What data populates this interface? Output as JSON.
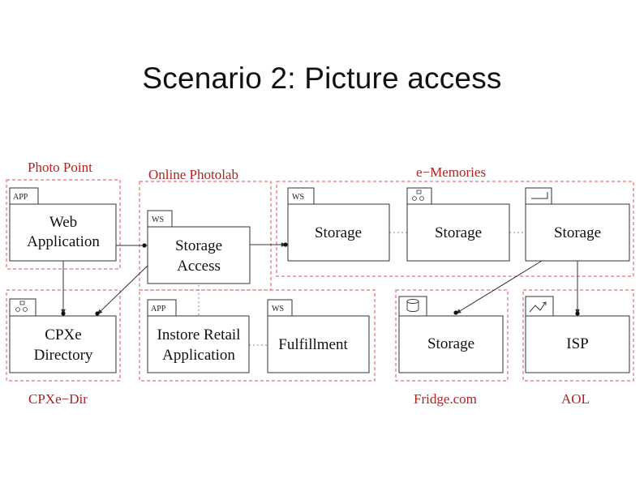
{
  "title": "Scenario 2: Picture access",
  "groups": {
    "photo_point": "Photo Point",
    "online_photolab": "Online Photolab",
    "e_memories": "e−Memories",
    "cpxe_dir": "CPXe−Dir",
    "fridge": "Fridge.com",
    "aol": "AOL"
  },
  "tags": {
    "app": "APP",
    "ws": "WS"
  },
  "boxes": {
    "web_application": [
      "Web",
      "Application"
    ],
    "storage_access": [
      "Storage",
      "Access"
    ],
    "storage_ws": "Storage",
    "storage_mid": "Storage",
    "storage_right": "Storage",
    "cpxe_directory": [
      "CPXe",
      "Directory"
    ],
    "instore_retail": [
      "Instore Retail",
      "Application"
    ],
    "fulfillment": "Fulfillment",
    "fridge_storage": "Storage",
    "isp": "ISP"
  },
  "colors": {
    "group_border": "#d9534f",
    "group_label": "#b22222",
    "box_border": "#333333",
    "connector": "#333333"
  }
}
